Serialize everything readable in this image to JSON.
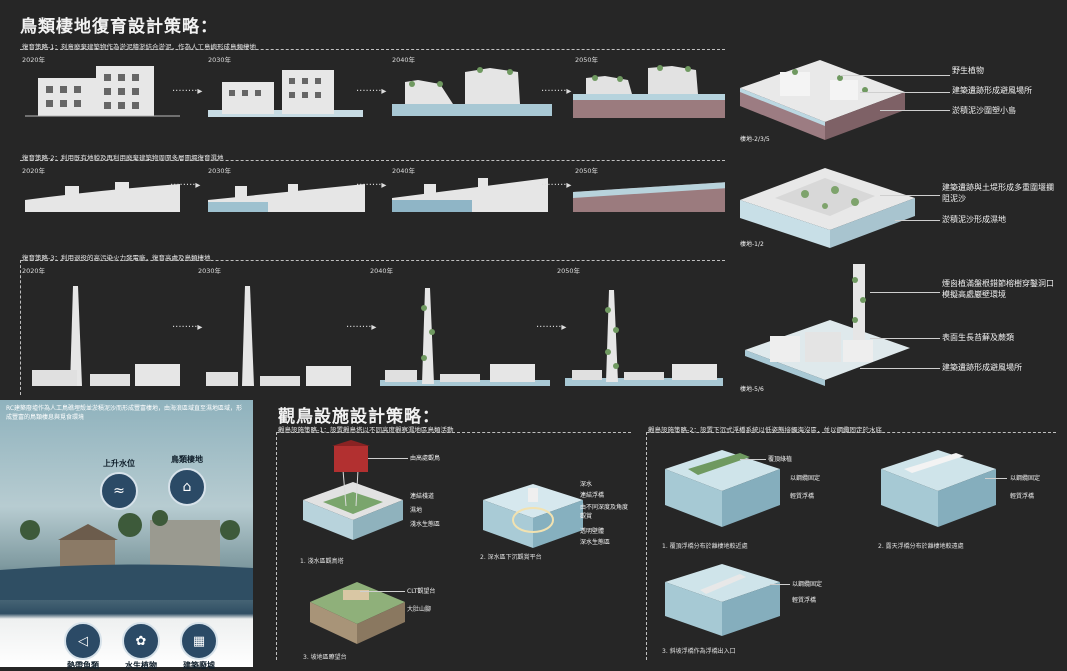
{
  "habitat": {
    "title": "鳥類棲地復育設計策略：",
    "strategy1": "復育策略-1：刻意廢棄建築物作為淤泥積淤結合淤泥，作為人工島嶼形成鳥類棲地",
    "strategy2": "復育策略-2：利用既有地貌及再利用廢棄建築物周圍多層圍堰復育濕地",
    "strategy3": "復育策略-3：利用退役的高污染火力發電廠，復育高處及鳥類棲地",
    "years": [
      "2020年",
      "2030年",
      "2040年",
      "2050年"
    ],
    "aside1": {
      "labels": [
        "野生植物",
        "建築遺跡形成避風場所",
        "淤積泥沙圍塑小島"
      ],
      "tag": "棲地-2/3/5"
    },
    "aside2": {
      "labels": [
        "建築遺跡與土堤形成多重圍堰攔阻泥沙",
        "淤積泥沙形成濕地"
      ],
      "tag": "棲地-1/2"
    },
    "aside3": {
      "labels": [
        "煙囪植滿盤根錯節榕樹穿鑿洞口模擬高處巖壁環境",
        "表面生長苔蘚及蕨類",
        "建築遺跡形成避風場所"
      ],
      "tag": "棲地-5/6"
    }
  },
  "photo": {
    "caption": "RC建築廢墟作為人工鳥礁埋殼並淤積泥沙而形成豐富棲地，由海浪區域直至濕地區域，形成豐富的鳥類棲息與覓食環境",
    "icons": [
      {
        "icon": "rising-water-icon",
        "label": "上升水位"
      },
      {
        "icon": "bird-habitat-icon",
        "label": "鳥類棲地"
      },
      {
        "icon": "fish-icon",
        "label": "熱帶魚類"
      },
      {
        "icon": "plant-icon",
        "label": "水生植物"
      },
      {
        "icon": "ruin-icon",
        "label": "建築廢墟"
      }
    ]
  },
  "facility": {
    "title": "觀鳥設施設計策略：",
    "strategy1": "觀鳥設施策略-1：設置觀鳥塔以不同高度觀察濕地區鳥類活動",
    "strategy2": "觀鳥設施策略-2：設置下沉式浮橋系統以低姿態接觸海沒區，並以鋼纜固定於水底",
    "item1": {
      "labels": [
        "由高處觀鳥",
        "連結棧道",
        "濕地",
        "淺水生態區"
      ],
      "caption": "1. 淺水區觀鳥塔"
    },
    "item2": {
      "labels": [
        "深水",
        "連結浮橋",
        "由不同深度及角度觀賞",
        "透明壁體",
        "深水生態區"
      ],
      "caption": "2. 深水區下沉觀賞平台"
    },
    "item3": {
      "labels": [
        "CLT觀望台",
        "大肚山腳"
      ],
      "caption": "3. 坡地區瞭望台"
    },
    "b1": {
      "labels": [
        "覆頂綠植",
        "以鋼纜固定",
        "輕質浮橋"
      ],
      "caption": "1. 覆頂浮橋分布於離棲地較近處"
    },
    "b2": {
      "labels": [
        "以鋼纜固定",
        "輕質浮橋"
      ],
      "caption": "2. 露天浮橋分布於離棲地較遠處"
    },
    "b3": {
      "labels": [
        "以鋼纜固定",
        "輕質浮橋"
      ],
      "caption": "3. 斜坡浮橋作為浮橋出入口"
    }
  }
}
